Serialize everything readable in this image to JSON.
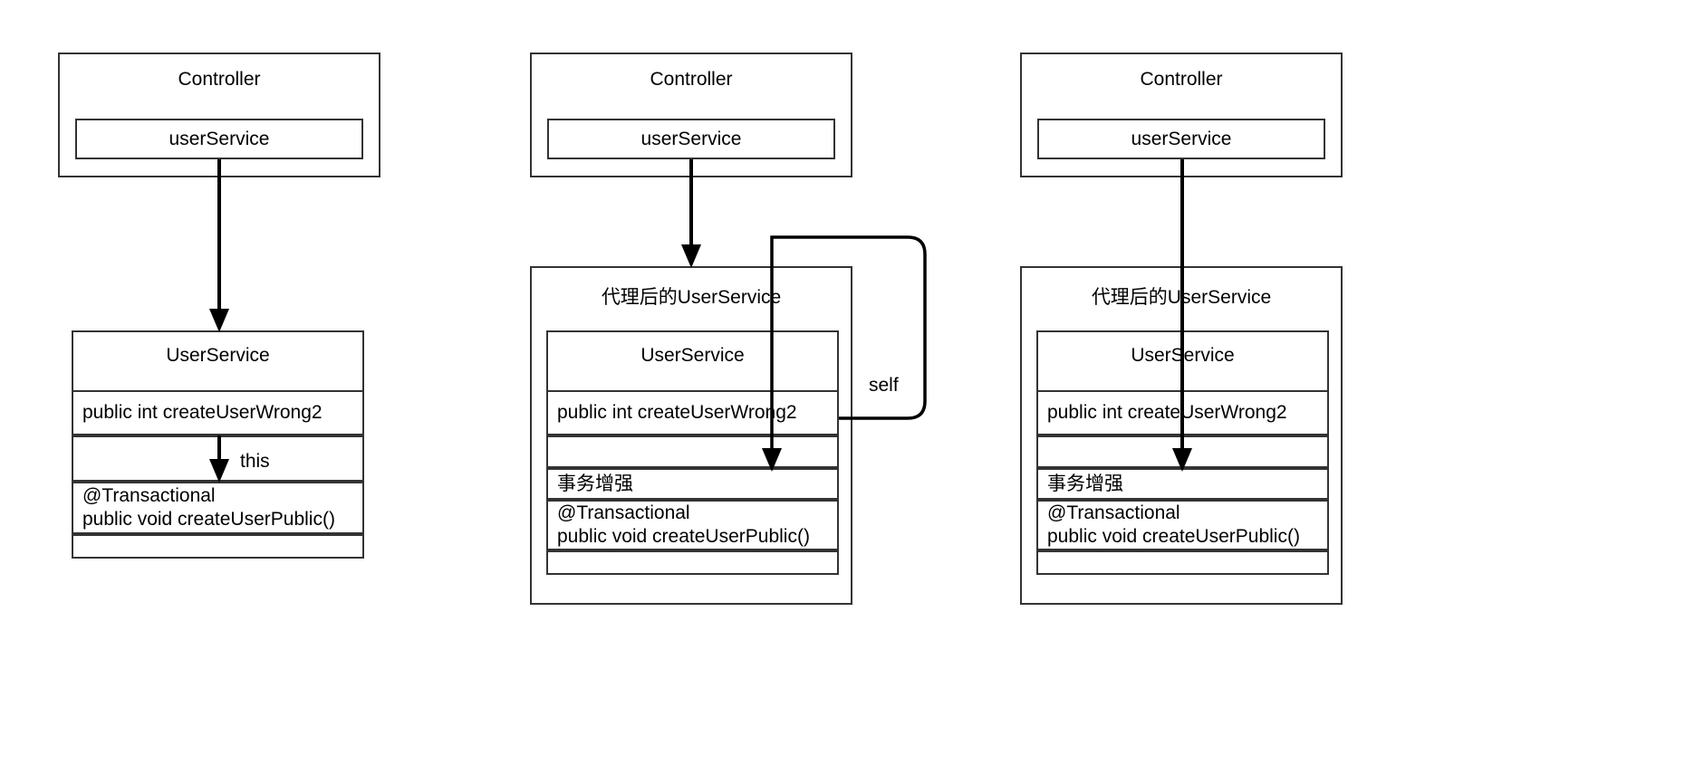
{
  "diagram": {
    "type": "uml-class-interaction",
    "panels": [
      {
        "id": "panel-1",
        "name": "direct-self-invocation",
        "boxes": [
          {
            "id": "controller-1",
            "title": "Controller",
            "fields": [
              "userService"
            ]
          },
          {
            "id": "userservice-1",
            "title": "UserService",
            "rows": [
              "public int createUserWrong2",
              "",
              "@Transactional\npublic void createUserPublic()",
              ""
            ]
          }
        ],
        "edges": [
          {
            "label": "",
            "from": "controller-1.userService",
            "to": "userservice-1.title"
          },
          {
            "label": "this",
            "from": "userservice-1.createUserWrong2",
            "to": "userservice-1.createUserPublic"
          }
        ]
      },
      {
        "id": "panel-2",
        "name": "proxy-self-invocation",
        "boxes": [
          {
            "id": "controller-2",
            "title": "Controller",
            "fields": [
              "userService"
            ]
          },
          {
            "id": "proxy-2",
            "title": "代理后的UserService",
            "inner_title": "UserService",
            "rows": [
              "public int createUserWrong2",
              "",
              "事务增强",
              "@Transactional\npublic void createUserPublic()",
              ""
            ]
          }
        ],
        "edges": [
          {
            "label": "",
            "from": "controller-2.userService",
            "to": "proxy-2.title"
          },
          {
            "label": "self",
            "from": "proxy-2.createUserWrong2",
            "to": "proxy-2.transaction-enhance"
          }
        ]
      },
      {
        "id": "panel-3",
        "name": "external-proxy-invocation",
        "boxes": [
          {
            "id": "controller-3",
            "title": "Controller",
            "fields": [
              "userService"
            ]
          },
          {
            "id": "proxy-3",
            "title": "代理后的UserService",
            "inner_title": "UserService",
            "rows": [
              "public int createUserWrong2",
              "",
              "事务增强",
              "@Transactional\npublic void createUserPublic()",
              ""
            ]
          }
        ],
        "edges": [
          {
            "label": "",
            "from": "controller-3.userService",
            "to": "proxy-3.transaction-enhance"
          }
        ]
      }
    ]
  },
  "panel1": {
    "controller": {
      "title": "Controller",
      "field_userservice": "userService"
    },
    "userservice": {
      "title": "UserService",
      "row_wrong2": "public int createUserWrong2",
      "row_empty": "",
      "row_transactional": "@Transactional\npublic void createUserPublic()",
      "row_tail": ""
    },
    "edge_this_label": "this"
  },
  "panel2": {
    "controller": {
      "title": "Controller",
      "field_userservice": "userService"
    },
    "proxy": {
      "title": "代理后的UserService",
      "inner_title": "UserService",
      "row_wrong2": "public int createUserWrong2",
      "row_empty": "",
      "row_enhance": "事务增强",
      "row_transactional": "@Transactional\npublic void createUserPublic()",
      "row_tail": ""
    },
    "edge_self_label": "self"
  },
  "panel3": {
    "controller": {
      "title": "Controller",
      "field_userservice": "userService"
    },
    "proxy": {
      "title": "代理后的UserService",
      "inner_title": "UserService",
      "row_wrong2": "public int createUserWrong2",
      "row_empty": "",
      "row_enhance": "事务增强",
      "row_transactional": "@Transactional\npublic void createUserPublic()",
      "row_tail": ""
    }
  },
  "colors": {
    "stroke": "#333333",
    "arrow": "#000000",
    "background": "#ffffff",
    "text": "#000000"
  }
}
